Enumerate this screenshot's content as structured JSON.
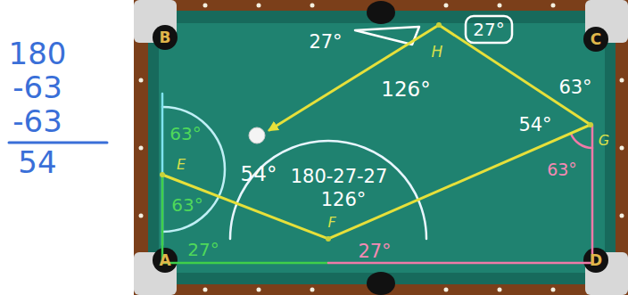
{
  "diagram": {
    "labels": [
      "B",
      "C",
      "27°",
      "27°",
      "H",
      "126°",
      "63°",
      "180",
      "-63",
      "-63",
      "63°",
      "54°",
      "G",
      "54°",
      "63°",
      "E",
      "180-27-27",
      "126°",
      "63°",
      "54",
      "27°",
      "F",
      "27°",
      "A",
      "D"
    ]
  }
}
